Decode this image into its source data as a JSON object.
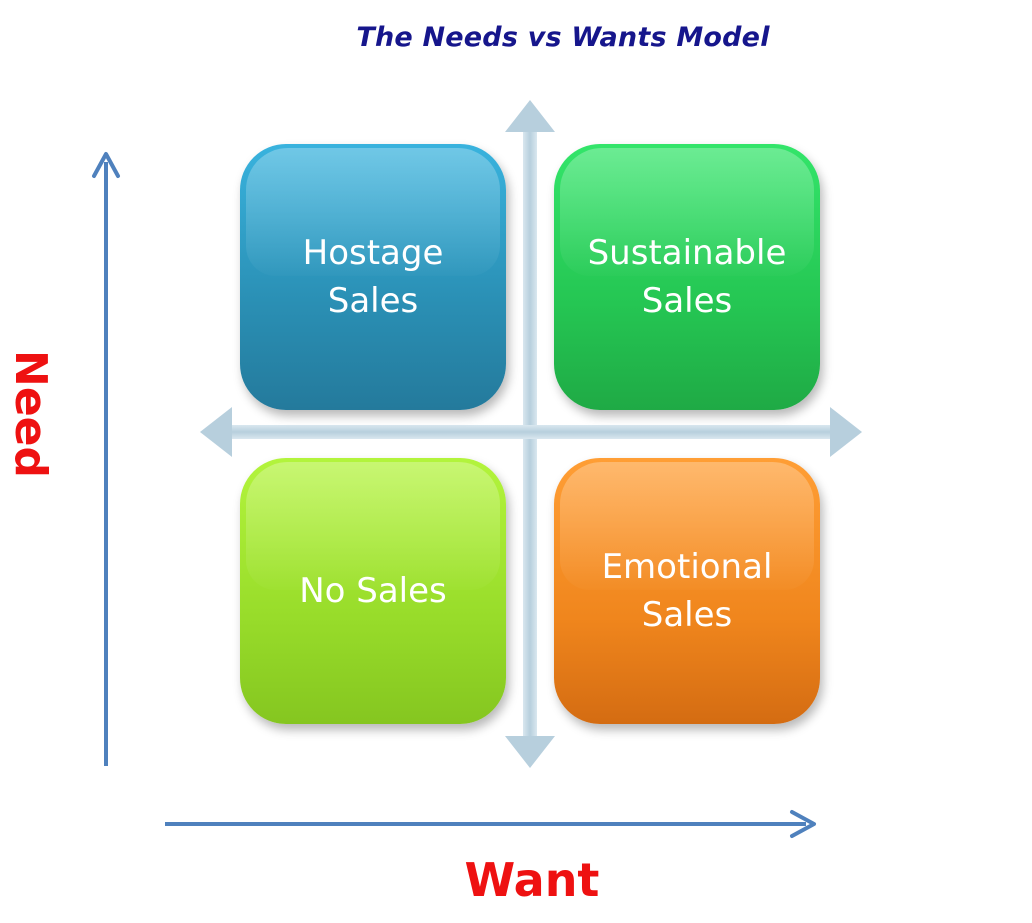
{
  "title": "The Needs vs Wants Model",
  "axes": {
    "y_label": "Need",
    "x_label": "Want"
  },
  "quadrants": {
    "top_left": "Hostage\nSales",
    "top_right": "Sustainable\nSales",
    "bottom_left": "No Sales",
    "bottom_right": "Emotional\nSales"
  },
  "colors": {
    "title": "#16168c",
    "axis_label": "#ee1111",
    "axis_arrow": "#4f81bd",
    "cross_arrow": "#c5d9e6",
    "hostage": "#2a8fb4",
    "sustainable": "#25c653",
    "no_sales": "#98dc2a",
    "emotional": "#f0861d"
  }
}
